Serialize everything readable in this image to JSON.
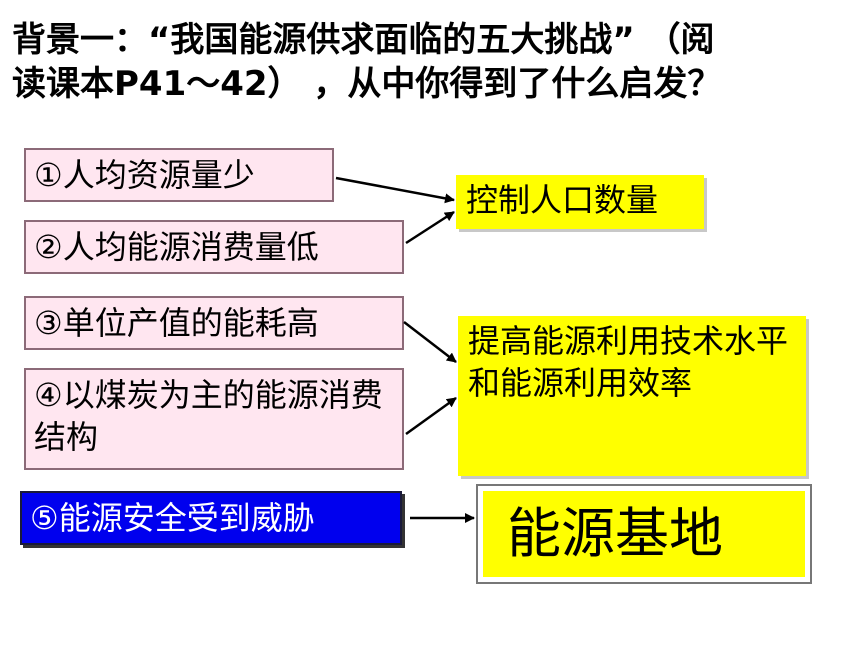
{
  "title": {
    "line1": "背景一：“我国能源供求面临的五大挑战”  （阅",
    "line2": "读课本P41～42）  ，从中你得到了什么启发？"
  },
  "causes": [
    {
      "label": "①人均资源量少"
    },
    {
      "label": "②人均能源消费量低"
    },
    {
      "label": "③单位产值的能耗高"
    },
    {
      "label": "④以煤炭为主的能源消费结构"
    },
    {
      "label": "⑤能源安全受到威胁"
    }
  ],
  "results": [
    {
      "label": "控制人口数量"
    },
    {
      "label": "提高能源利用技术水平和能源利用效率"
    },
    {
      "label": "能源基地"
    }
  ],
  "colors": {
    "cause_fill": "#ffe6f0",
    "cause5_fill": "#0000ee",
    "result_fill": "#ffff00"
  }
}
